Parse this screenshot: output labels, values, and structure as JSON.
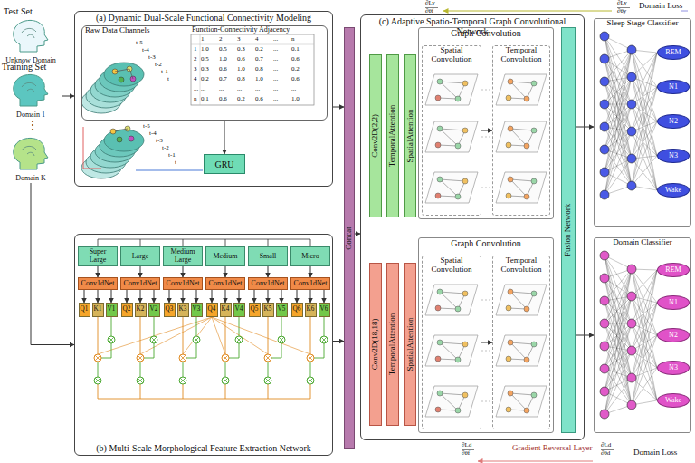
{
  "diagram": {
    "nodes": [
      {
        "text": [
          "Unknow Domain"
        ]
      },
      {
        "text": [
          "Domain 1"
        ]
      },
      {
        "text": [
          "Domain K"
        ]
      },
      {
        "text": [
          "(a) Dynamic Dual-Scale Functional Connectivity Modeling"
        ]
      },
      {
        "text": [
          "Raw Data Channels"
        ],
        "in": 3
      },
      {
        "text": [
          "GRU"
        ],
        "in": 3
      },
      {
        "text": [
          "(b) Multi-Scale Morphological Feature Extraction Network"
        ]
      },
      {
        "text": [
          "Super Large"
        ],
        "in": 6
      },
      {
        "text": [
          "Large"
        ],
        "in": 6
      },
      {
        "text": [
          "Medium Large"
        ],
        "in": 6
      },
      {
        "text": [
          "Medium"
        ],
        "in": 6
      },
      {
        "text": [
          "Small"
        ],
        "in": 6
      },
      {
        "text": [
          "Micro"
        ],
        "in": 6
      },
      {
        "text": [
          "Conv1dNet"
        ],
        "in": 6
      },
      {
        "text": [
          "Conv1dNet"
        ],
        "in": 6
      },
      {
        "text": [
          "Conv1dNet"
        ],
        "in": 6
      },
      {
        "text": [
          "Conv1dNet"
        ],
        "in": 6
      },
      {
        "text": [
          "Conv1dNet"
        ],
        "in": 6
      },
      {
        "text": [
          "Conv1dNet"
        ],
        "in": 6
      },
      {
        "text": [
          "Q1"
        ],
        "in": 6
      },
      {
        "text": [
          "K1"
        ],
        "in": 6
      },
      {
        "text": [
          "V1"
        ],
        "in": 6
      },
      {
        "text": [
          "Q2"
        ],
        "in": 6
      },
      {
        "text": [
          "K2"
        ],
        "in": 6
      },
      {
        "text": [
          "V2"
        ],
        "in": 6
      },
      {
        "text": [
          "Q3"
        ],
        "in": 6
      },
      {
        "text": [
          "K3"
        ],
        "in": 6
      },
      {
        "text": [
          "V3"
        ],
        "in": 6
      },
      {
        "text": [
          "Q4"
        ],
        "in": 6
      },
      {
        "text": [
          "K4"
        ],
        "in": 6
      },
      {
        "text": [
          "V4"
        ],
        "in": 6
      },
      {
        "text": [
          "Q5"
        ],
        "in": 6
      },
      {
        "text": [
          "K5"
        ],
        "in": 6
      },
      {
        "text": [
          "V5"
        ],
        "in": 6
      },
      {
        "text": [
          "Q6"
        ],
        "in": 6
      },
      {
        "text": [
          "K6"
        ],
        "in": 6
      },
      {
        "text": [
          "V6"
        ],
        "in": 6
      },
      {
        "text": [
          "Concat"
        ]
      },
      {
        "text": [
          "(c) Adaptive Spatio-Temporal Graph Convolutional Network"
        ]
      },
      {
        "text": [
          "Graph Convolution"
        ],
        "in": 38
      },
      {
        "text": [
          "Conv2D(2,2)"
        ],
        "in": 38
      },
      {
        "text": [
          "TemporalAttention"
        ],
        "in": 38
      },
      {
        "text": [
          "SpatialAttention"
        ],
        "in": 38
      },
      {
        "text": [
          "Spatial Convolution"
        ],
        "in": 39
      },
      {
        "text": [
          "Temporal Convolution"
        ],
        "in": 39
      },
      {
        "text": [
          "Graph Convolution"
        ],
        "in": 38
      },
      {
        "text": [
          "Conv2D(18,18)"
        ],
        "in": 38
      },
      {
        "text": [
          "TemporalAttention"
        ],
        "in": 38
      },
      {
        "text": [
          "SpatialAttention"
        ],
        "in": 38
      },
      {
        "text": [
          "Spatial Convolution"
        ],
        "in": 45
      },
      {
        "text": [
          "Temporal Convolution"
        ],
        "in": 45
      },
      {
        "text": [
          "Fusion Network"
        ],
        "in": 38
      },
      {
        "text": [
          "Sleep Stage Classifier"
        ]
      },
      {
        "text": [
          "REM"
        ],
        "in": 52
      },
      {
        "text": [
          "N1"
        ],
        "in": 52
      },
      {
        "text": [
          "N2"
        ],
        "in": 52
      },
      {
        "text": [
          "N3"
        ],
        "in": 52
      },
      {
        "text": [
          "Wake"
        ],
        "in": 52
      },
      {
        "text": [
          "Domain Classifier"
        ]
      },
      {
        "text": [
          "REM"
        ],
        "in": 58
      },
      {
        "text": [
          "N1"
        ],
        "in": 58
      },
      {
        "text": [
          "N2"
        ],
        "in": 58
      },
      {
        "text": [
          "N3"
        ],
        "in": 58
      },
      {
        "text": [
          "Wake"
        ],
        "in": 58
      }
    ],
    "edges": [
      {
        "from": 1,
        "to": 3,
        "arrow": "to"
      },
      {
        "from": 2,
        "to": 6,
        "arrow": "to"
      },
      {
        "from": 4,
        "to": 5,
        "arrow": "to"
      },
      {
        "from": 3,
        "to": 37,
        "arrow": "to"
      },
      {
        "from": 6,
        "to": 37,
        "arrow": "to"
      },
      {
        "from": 37,
        "to": 38,
        "arrow": "to"
      },
      {
        "from": 7,
        "to": 13,
        "arrow": "to"
      },
      {
        "from": 8,
        "to": 14,
        "arrow": "to"
      },
      {
        "from": 9,
        "to": 15,
        "arrow": "to"
      },
      {
        "from": 10,
        "to": 16,
        "arrow": "to"
      },
      {
        "from": 11,
        "to": 17,
        "arrow": "to"
      },
      {
        "from": 12,
        "to": 18,
        "arrow": "to"
      },
      {
        "from": 13,
        "to": 19,
        "arrow": "to"
      },
      {
        "from": 13,
        "to": 20,
        "arrow": "to"
      },
      {
        "from": 13,
        "to": 21,
        "arrow": "to"
      },
      {
        "from": 14,
        "to": 22,
        "arrow": "to"
      },
      {
        "from": 14,
        "to": 23,
        "arrow": "to"
      },
      {
        "from": 14,
        "to": 24,
        "arrow": "to"
      },
      {
        "from": 15,
        "to": 25,
        "arrow": "to"
      },
      {
        "from": 15,
        "to": 26,
        "arrow": "to"
      },
      {
        "from": 15,
        "to": 27,
        "arrow": "to"
      },
      {
        "from": 16,
        "to": 28,
        "arrow": "to"
      },
      {
        "from": 16,
        "to": 29,
        "arrow": "to"
      },
      {
        "from": 16,
        "to": 30,
        "arrow": "to"
      },
      {
        "from": 17,
        "to": 31,
        "arrow": "to"
      },
      {
        "from": 17,
        "to": 32,
        "arrow": "to"
      },
      {
        "from": 17,
        "to": 33,
        "arrow": "to"
      },
      {
        "from": 18,
        "to": 34,
        "arrow": "to"
      },
      {
        "from": 18,
        "to": 35,
        "arrow": "to"
      },
      {
        "from": 18,
        "to": 36,
        "arrow": "to"
      },
      {
        "from": 43,
        "to": 44,
        "arrow": "to"
      },
      {
        "from": 49,
        "to": 50,
        "arrow": "to"
      },
      {
        "from": 51,
        "to": 52,
        "arrow": "to"
      },
      {
        "from": 51,
        "to": 58,
        "arrow": "to"
      }
    ],
    "labels": [
      "Test Set",
      "Training Set",
      "⋮",
      "t-5",
      "t-4",
      "t-3",
      "t-2",
      "t-1",
      "t",
      "t-5",
      "t-4",
      "t-3",
      "t-2",
      "t-1",
      "t",
      "Function-Connectivity Adjacency",
      "1",
      "2",
      "3",
      "4",
      "...",
      "n",
      "1",
      "1.0",
      "0.5",
      "0.3",
      "0.2",
      "...",
      "0.1",
      "2",
      "0.5",
      "1.0",
      "0.6",
      "0.7",
      "...",
      "0.6",
      "3",
      "0.3",
      "0.6",
      "1.0",
      "0.8",
      "...",
      "0.2",
      "4",
      "0.2",
      "0.7",
      "0.8",
      "1.0",
      "...",
      "0.6",
      "...",
      "...",
      "...",
      "...",
      "...",
      "...",
      "...",
      "n",
      "0.1",
      "0.6",
      "0.2",
      "0.6",
      "...",
      "1.0",
      "∂Ly",
      "∂θf",
      "∂Ly",
      "∂θy",
      "Domain Loss",
      "∂Ld",
      "∂θf",
      "∂Ld",
      "∂θd",
      "Gradient Reversal Layer",
      "Domain Loss"
    ]
  }
}
